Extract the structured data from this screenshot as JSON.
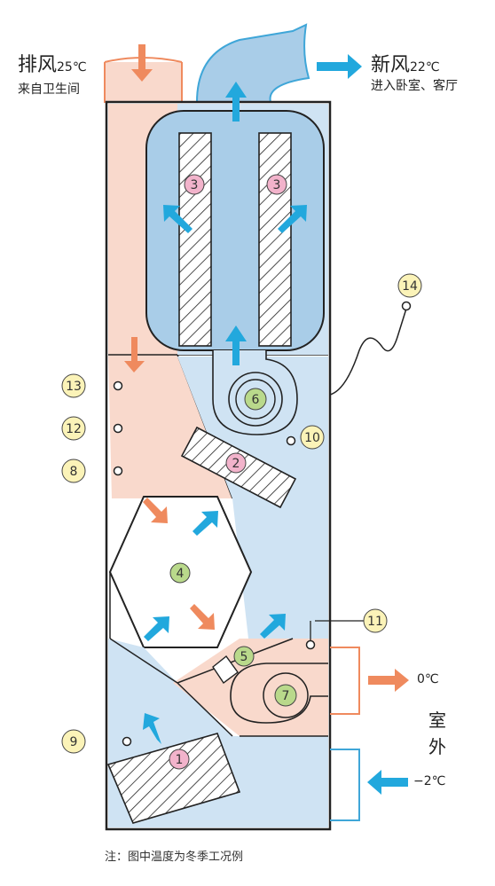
{
  "labels": {
    "exhaust_title": "排风",
    "exhaust_temp": "25℃",
    "exhaust_source": "来自卫生间",
    "fresh_title": "新风",
    "fresh_temp": "22℃",
    "fresh_dest": "进入卧室、客厅",
    "outdoor_out_temp": "0℃",
    "outdoor_in_temp": "−2℃",
    "outdoor_label_1": "室",
    "outdoor_label_2": "外",
    "note": "注：图中温度为冬季工况例"
  },
  "markers": {
    "m1": "1",
    "m2": "2",
    "m3a": "3",
    "m3b": "3",
    "m4": "4",
    "m5": "5",
    "m6": "6",
    "m7": "7",
    "m8": "8",
    "m9": "9",
    "m10": "10",
    "m11": "11",
    "m12": "12",
    "m13": "13",
    "m14": "14"
  },
  "colors": {
    "exhaust_air": "#f9d9cc",
    "fresh_air": "#cfe3f3",
    "fresh_air_dark": "#a9cde8",
    "arrow_orange": "#ef8a5e",
    "arrow_blue": "#22a8dd",
    "marker_pink": "#f2b3cb",
    "marker_green": "#b9d98b",
    "marker_yellow": "#fbf3b8",
    "outline": "#222222"
  }
}
